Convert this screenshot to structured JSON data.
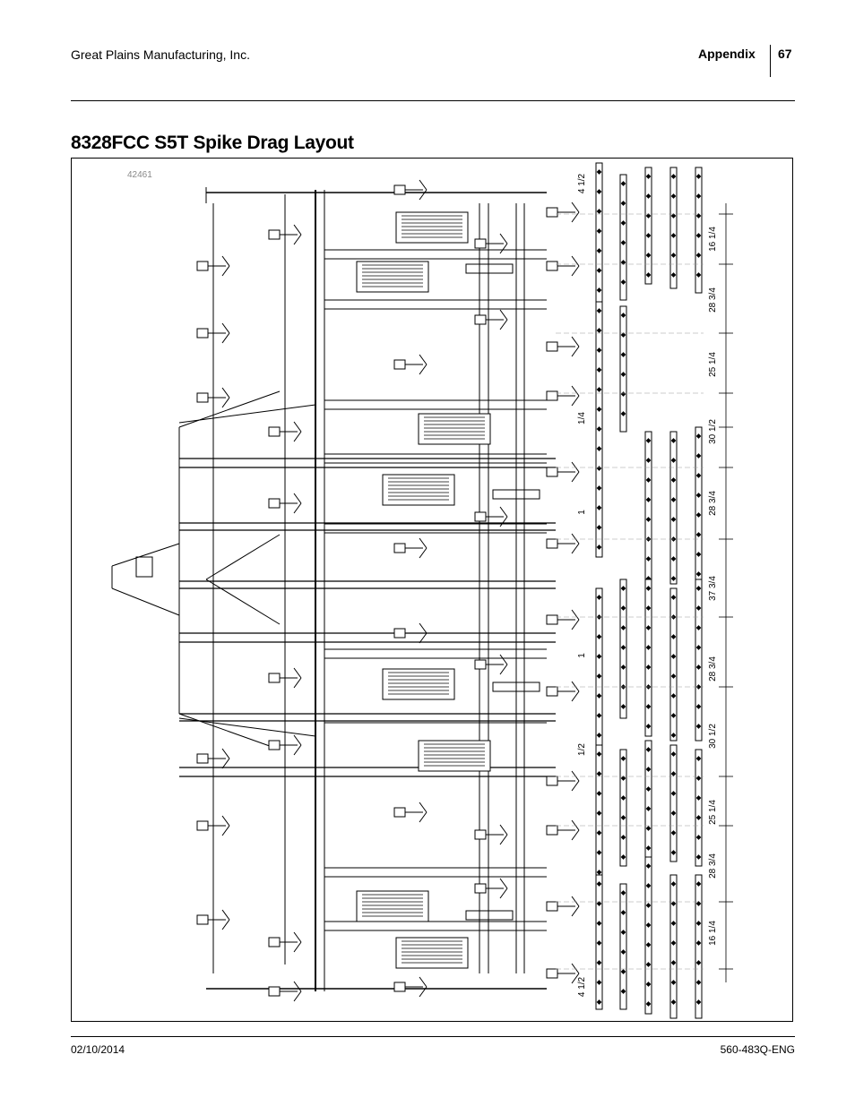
{
  "header": {
    "company": "Great Plains Manufacturing, Inc.",
    "section": "Appendix",
    "page": "67"
  },
  "title": "8328FCC S5T Spike Drag Layout",
  "figure": {
    "id": "42461",
    "dimensions": [
      "4 1/2",
      "16 1/4",
      "28 3/4",
      "25 1/4",
      "1/4",
      "30 1/2",
      "28 3/4",
      "1",
      "37 3/4",
      "1",
      "28 3/4",
      "30 1/2",
      "1/2",
      "25 1/4",
      "28 3/4",
      "16 1/4",
      "4 1/2"
    ]
  },
  "footer": {
    "date": "02/10/2014",
    "doc_number": "560-483Q-ENG"
  }
}
